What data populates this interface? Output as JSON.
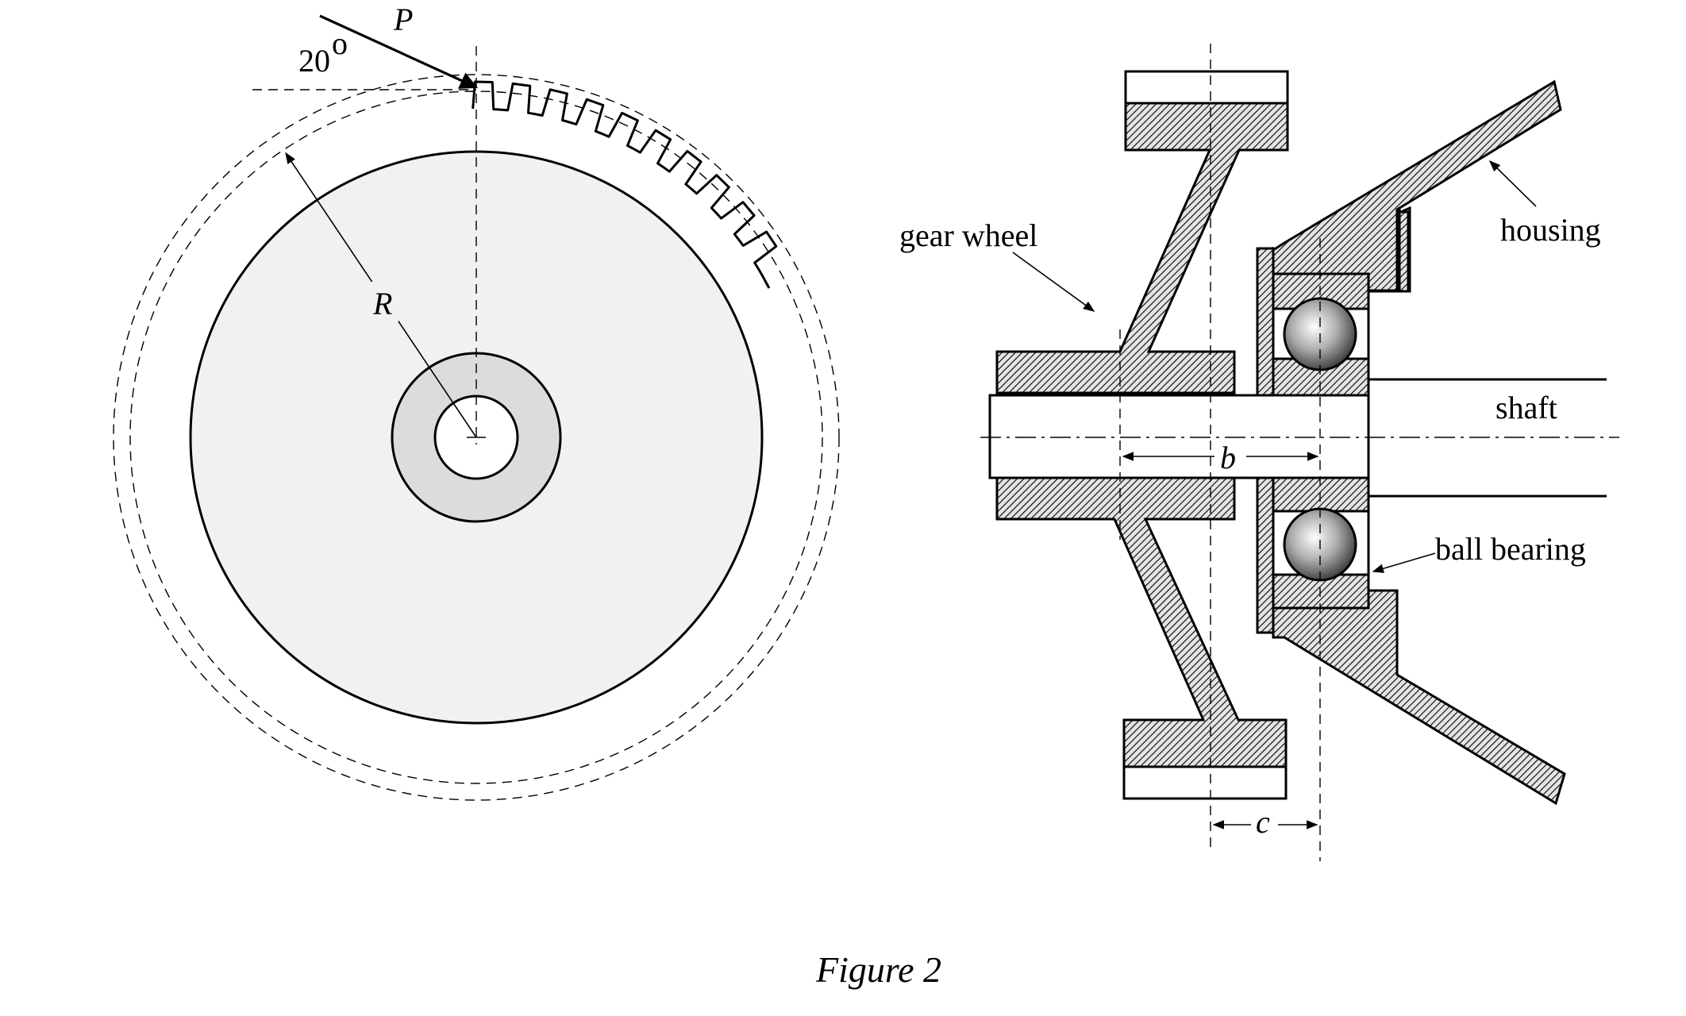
{
  "labels": {
    "force": "P",
    "angle": "20",
    "angle_unit": "o",
    "radius": "R",
    "gear_wheel": "gear wheel",
    "housing": "housing",
    "shaft": "shaft",
    "ball_bearing": "ball bearing",
    "dim_b": "b",
    "dim_c": "c"
  },
  "caption": "Figure 2"
}
